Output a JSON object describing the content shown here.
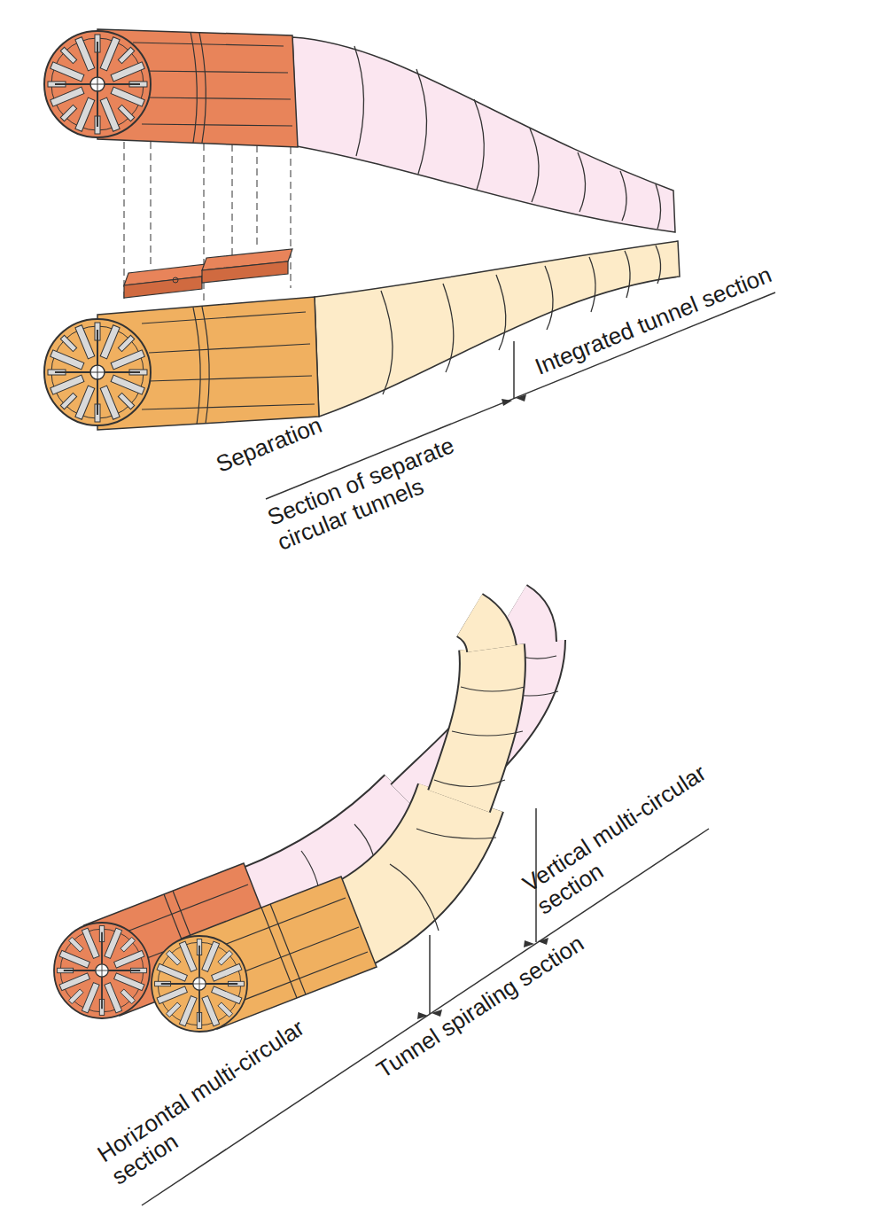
{
  "diagram": {
    "labels": [
      "Separation",
      "Section of separate circular tunnels",
      "Integrated tunnel section",
      "Horizontal multi-circular section",
      "Tunnel spiraling section",
      "Vertical multi-circular section"
    ]
  }
}
